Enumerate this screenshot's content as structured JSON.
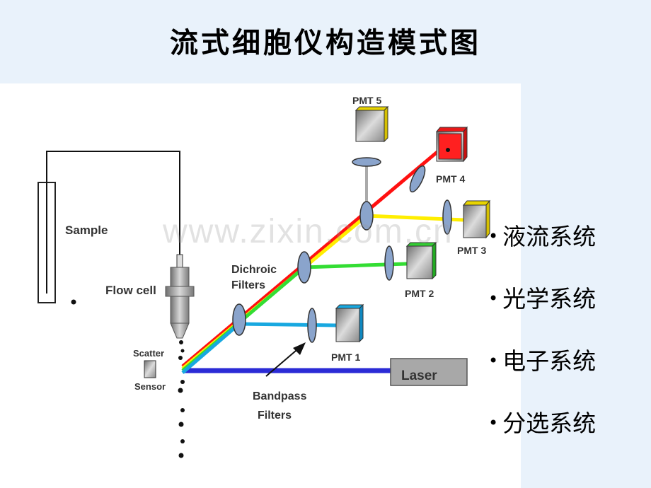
{
  "title": "流式细胞仪构造模式图",
  "watermark": "www.zixin.com.cn",
  "labels": {
    "sample": "Sample",
    "flow_cell": "Flow cell",
    "scatter": "Scatter",
    "sensor": "Sensor",
    "dichroic_1": "Dichroic",
    "dichroic_2": "Filters",
    "bandpass_1": "Bandpass",
    "bandpass_2": "Filters",
    "laser": "Laser",
    "pmt1": "PMT 1",
    "pmt2": "PMT 2",
    "pmt3": "PMT 3",
    "pmt4": "PMT 4",
    "pmt5": "PMT 5"
  },
  "systems": [
    {
      "label": "液流系统"
    },
    {
      "label": "光学系统"
    },
    {
      "label": "电子系统"
    },
    {
      "label": "分选系统"
    }
  ],
  "colors": {
    "laser_beam": "#2b2bd6",
    "red_beam": "#ff1010",
    "yellow_beam": "#ffee00",
    "green_beam": "#33dd33",
    "cyan_beam": "#18a8e0",
    "filter_fill": "#8aa4cc"
  }
}
